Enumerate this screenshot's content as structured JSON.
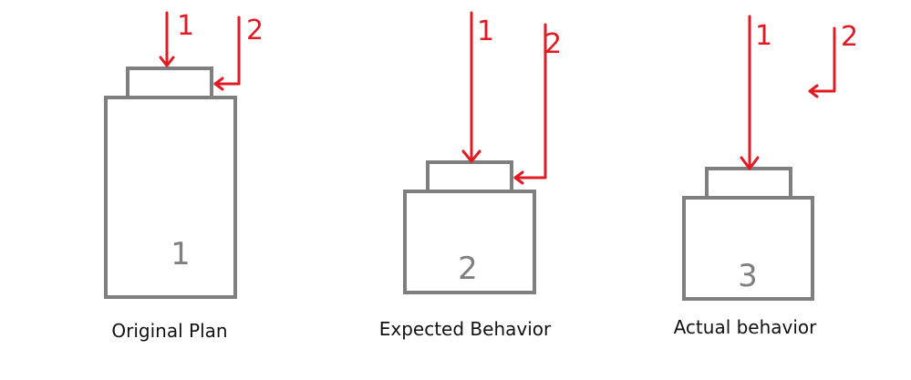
{
  "colors": {
    "outline": "#7f7f7f",
    "arrow": "#e01b24",
    "caption": "#111111",
    "background": "#ffffff"
  },
  "panels": [
    {
      "number": "1",
      "caption": "Original Plan",
      "arrow_labels": [
        "1",
        "2"
      ]
    },
    {
      "number": "2",
      "caption": "Expected Behavior",
      "arrow_labels": [
        "1",
        "2"
      ]
    },
    {
      "number": "3",
      "caption": "Actual behavior",
      "arrow_labels": [
        "1",
        "2"
      ]
    }
  ]
}
